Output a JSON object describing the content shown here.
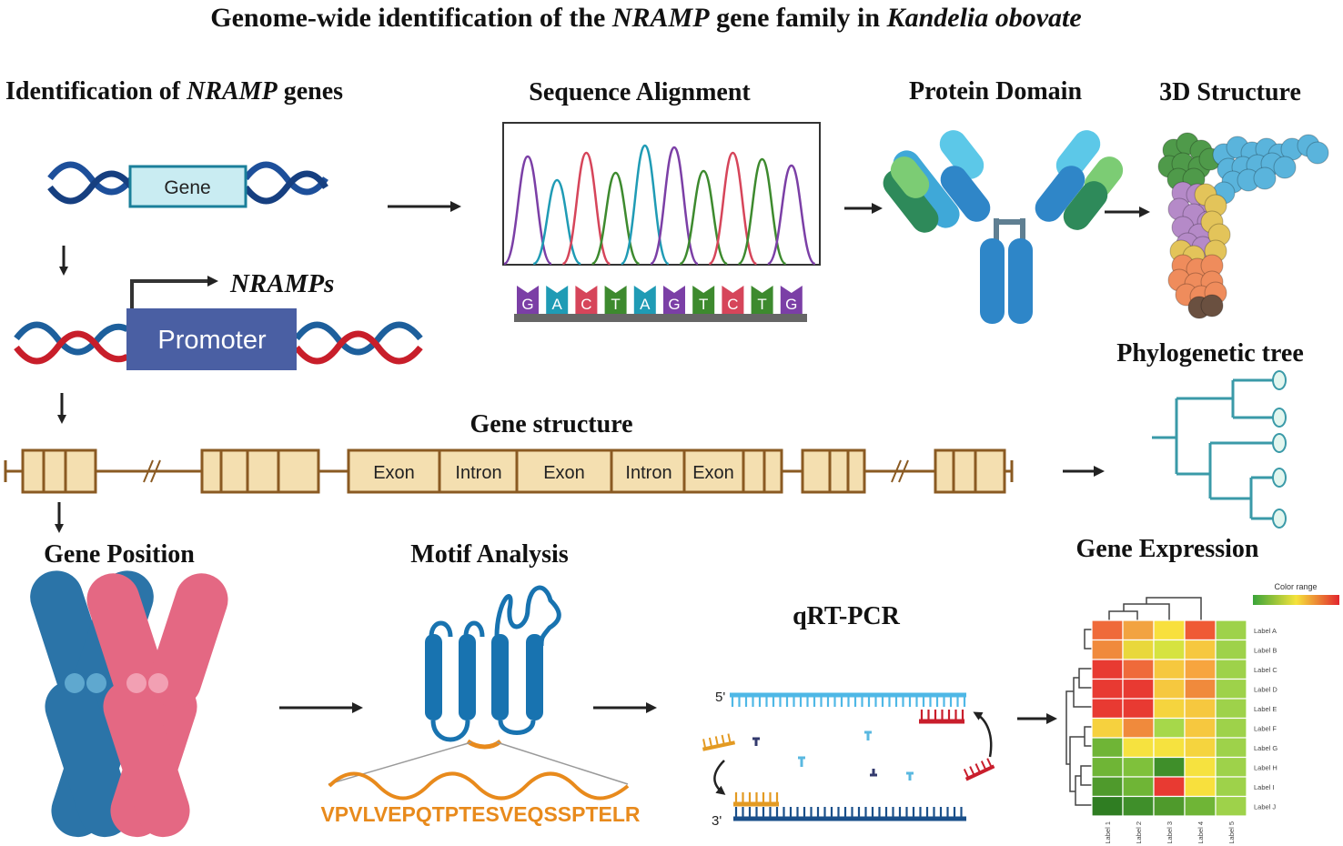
{
  "title": {
    "prefix": "Genome-wide identification of the ",
    "gene": "NRAMP",
    "middle": " gene family in ",
    "species": "Kandelia obovate"
  },
  "identification": {
    "heading_prefix": "Identification of ",
    "heading_gene": "NRAMP",
    "heading_suffix": " genes",
    "gene_box_label": "Gene",
    "promoter_label": "Promoter",
    "transcript_label": "NRAMPs"
  },
  "sequence_alignment": {
    "heading": "Sequence Alignment",
    "bases": [
      "G",
      "A",
      "C",
      "T",
      "A",
      "G",
      "T",
      "C",
      "T",
      "G"
    ],
    "base_colors": [
      "#7b3fa6",
      "#1f9bb5",
      "#d6455a",
      "#3d8a2e",
      "#1f9bb5",
      "#7b3fa6",
      "#3d8a2e",
      "#d6455a",
      "#3d8a2e",
      "#7b3fa6"
    ]
  },
  "protein_domain": {
    "heading": "Protein Domain"
  },
  "structure_3d": {
    "heading": "3D Structure"
  },
  "phylogenetic": {
    "heading": "Phylogenetic tree"
  },
  "gene_structure": {
    "heading": "Gene structure",
    "segments": [
      "Exon",
      "Intron",
      "Exon",
      "Intron",
      "Exon"
    ]
  },
  "gene_position": {
    "heading": "Gene Position"
  },
  "motif": {
    "heading": "Motif Analysis",
    "sequence": "VPVLVEPQTPTESVEQSSPTELR"
  },
  "qrtpcr": {
    "heading": "qRT-PCR",
    "five_prime": "5'",
    "three_prime": "3'"
  },
  "expression": {
    "heading": "Gene Expression",
    "legend_label": "Color range",
    "row_labels": [
      "Label A",
      "Label B",
      "Label C",
      "Label D",
      "Label E",
      "Label F",
      "Label G",
      "Label H",
      "Label I",
      "Label J"
    ],
    "col_labels": [
      "Label 1",
      "Label 2",
      "Label 3",
      "Label 4",
      "Label 5"
    ],
    "cell_colors": [
      [
        "#ef6a3a",
        "#f2a341",
        "#f8e03d",
        "#ef5a35",
        "#9ed24a"
      ],
      [
        "#f08a3c",
        "#e9d83b",
        "#d6e340",
        "#f6c83f",
        "#9ed24a"
      ],
      [
        "#e83a32",
        "#ef6a3a",
        "#f6c83f",
        "#f7a53f",
        "#9ed24a"
      ],
      [
        "#e83a32",
        "#e83a32",
        "#f6c83f",
        "#f08a3c",
        "#9ed24a"
      ],
      [
        "#e83a32",
        "#e83a32",
        "#f5d43e",
        "#f6c83f",
        "#9ed24a"
      ],
      [
        "#f6d13e",
        "#f08a3c",
        "#a6d84a",
        "#f6c83f",
        "#9ed24a"
      ],
      [
        "#6fb536",
        "#f6e23f",
        "#f6e23f",
        "#f5d43e",
        "#9ed24a"
      ],
      [
        "#6fb536",
        "#7fc13b",
        "#3f8f2a",
        "#f6e23f",
        "#9ed24a"
      ],
      [
        "#4f9a2c",
        "#6fb536",
        "#e83a32",
        "#f8e03d",
        "#9ed24a"
      ],
      [
        "#2f7d22",
        "#3f8f2a",
        "#4f9a2c",
        "#6fb536",
        "#9ed24a"
      ]
    ]
  }
}
